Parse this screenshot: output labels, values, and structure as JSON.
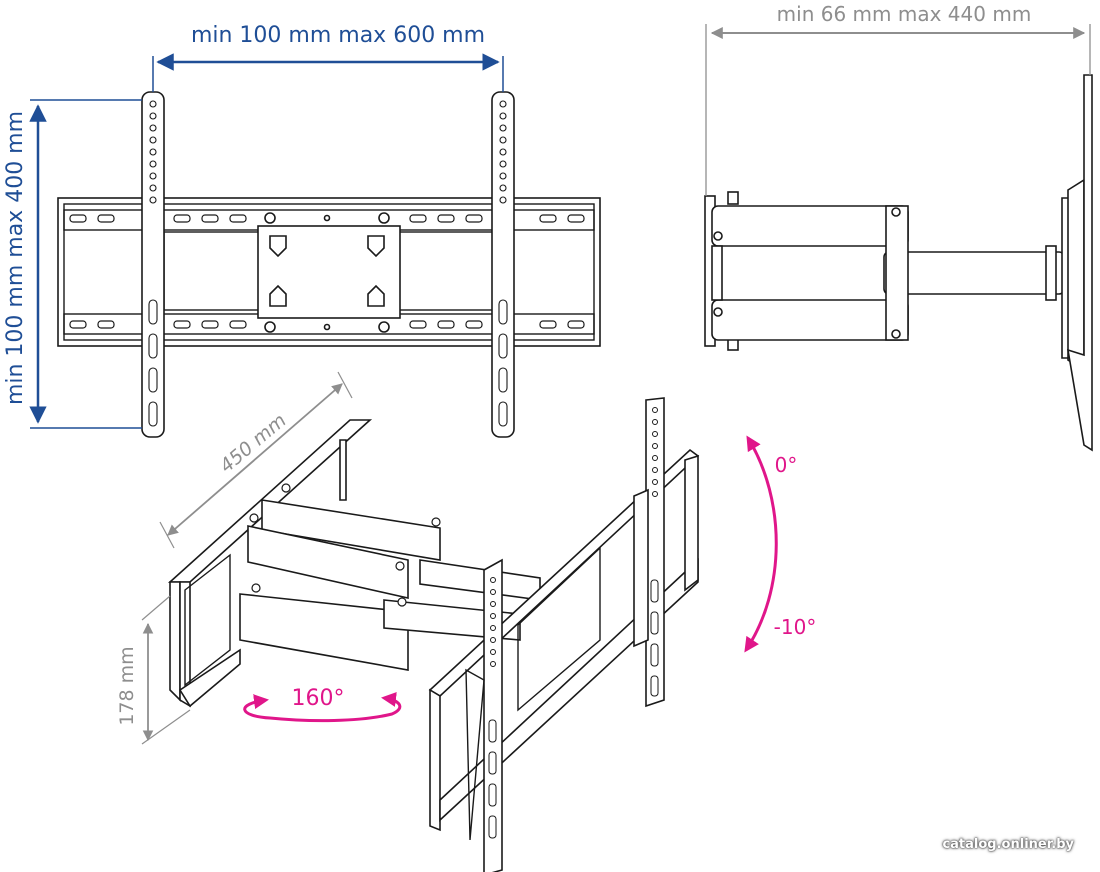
{
  "dimensions": {
    "vesa_horizontal": "min 100 mm max 600 mm",
    "vesa_vertical": "min 100 mm max 400 mm",
    "wall_distance": "min 66 mm max 440 mm",
    "arm_length": "450 mm",
    "plate_height": "178 mm"
  },
  "angles": {
    "swivel": "160°",
    "tilt_up": "0°",
    "tilt_down": "-10°"
  },
  "watermark": "catalog.onliner.by",
  "colors": {
    "dimension_blue": "#1f4e96",
    "dimension_grey": "#8e8e8e",
    "angle_magenta": "#e0168a",
    "line_black": "#1a1a1a"
  }
}
